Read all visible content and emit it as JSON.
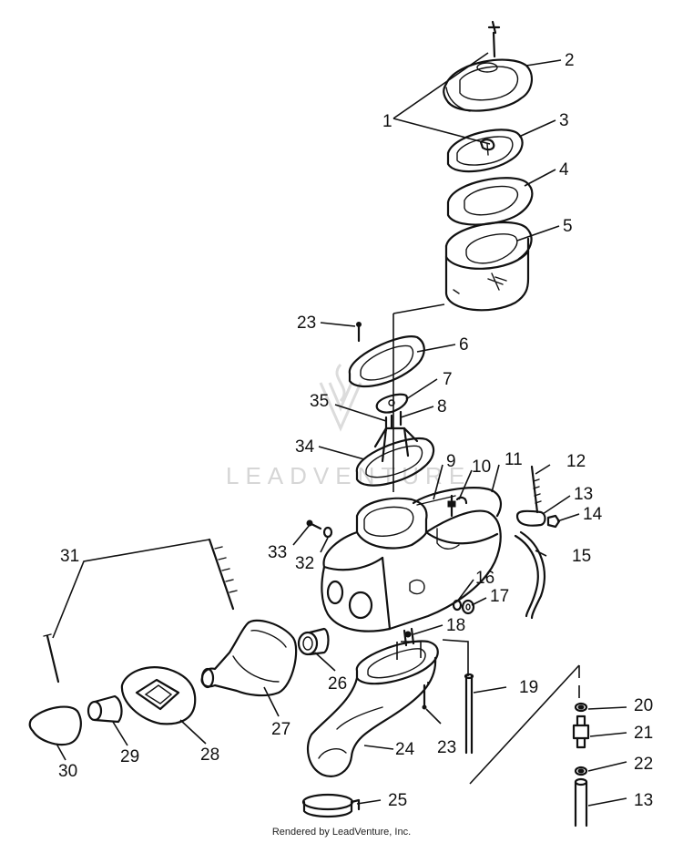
{
  "diagram": {
    "watermark": "LEADVENTURE",
    "footer": "Rendered by LeadVenture, Inc.",
    "callouts": [
      {
        "id": "c1",
        "label": "1"
      },
      {
        "id": "c2",
        "label": "2"
      },
      {
        "id": "c3",
        "label": "3"
      },
      {
        "id": "c4",
        "label": "4"
      },
      {
        "id": "c5",
        "label": "5"
      },
      {
        "id": "c6",
        "label": "6"
      },
      {
        "id": "c7",
        "label": "7"
      },
      {
        "id": "c8",
        "label": "8"
      },
      {
        "id": "c9",
        "label": "9"
      },
      {
        "id": "c10",
        "label": "10"
      },
      {
        "id": "c11",
        "label": "11"
      },
      {
        "id": "c12",
        "label": "12"
      },
      {
        "id": "c13a",
        "label": "13"
      },
      {
        "id": "c14",
        "label": "14"
      },
      {
        "id": "c15",
        "label": "15"
      },
      {
        "id": "c16",
        "label": "16"
      },
      {
        "id": "c17",
        "label": "17"
      },
      {
        "id": "c18",
        "label": "18"
      },
      {
        "id": "c19",
        "label": "19"
      },
      {
        "id": "c20",
        "label": "20"
      },
      {
        "id": "c21",
        "label": "21"
      },
      {
        "id": "c22",
        "label": "22"
      },
      {
        "id": "c13b",
        "label": "13"
      },
      {
        "id": "c23a",
        "label": "23"
      },
      {
        "id": "c23b",
        "label": "23"
      },
      {
        "id": "c24",
        "label": "24"
      },
      {
        "id": "c25",
        "label": "25"
      },
      {
        "id": "c26",
        "label": "26"
      },
      {
        "id": "c27",
        "label": "27"
      },
      {
        "id": "c28",
        "label": "28"
      },
      {
        "id": "c29",
        "label": "29"
      },
      {
        "id": "c30",
        "label": "30"
      },
      {
        "id": "c31",
        "label": "31"
      },
      {
        "id": "c32",
        "label": "32"
      },
      {
        "id": "c33",
        "label": "33"
      },
      {
        "id": "c34",
        "label": "34"
      },
      {
        "id": "c35",
        "label": "35"
      }
    ]
  }
}
